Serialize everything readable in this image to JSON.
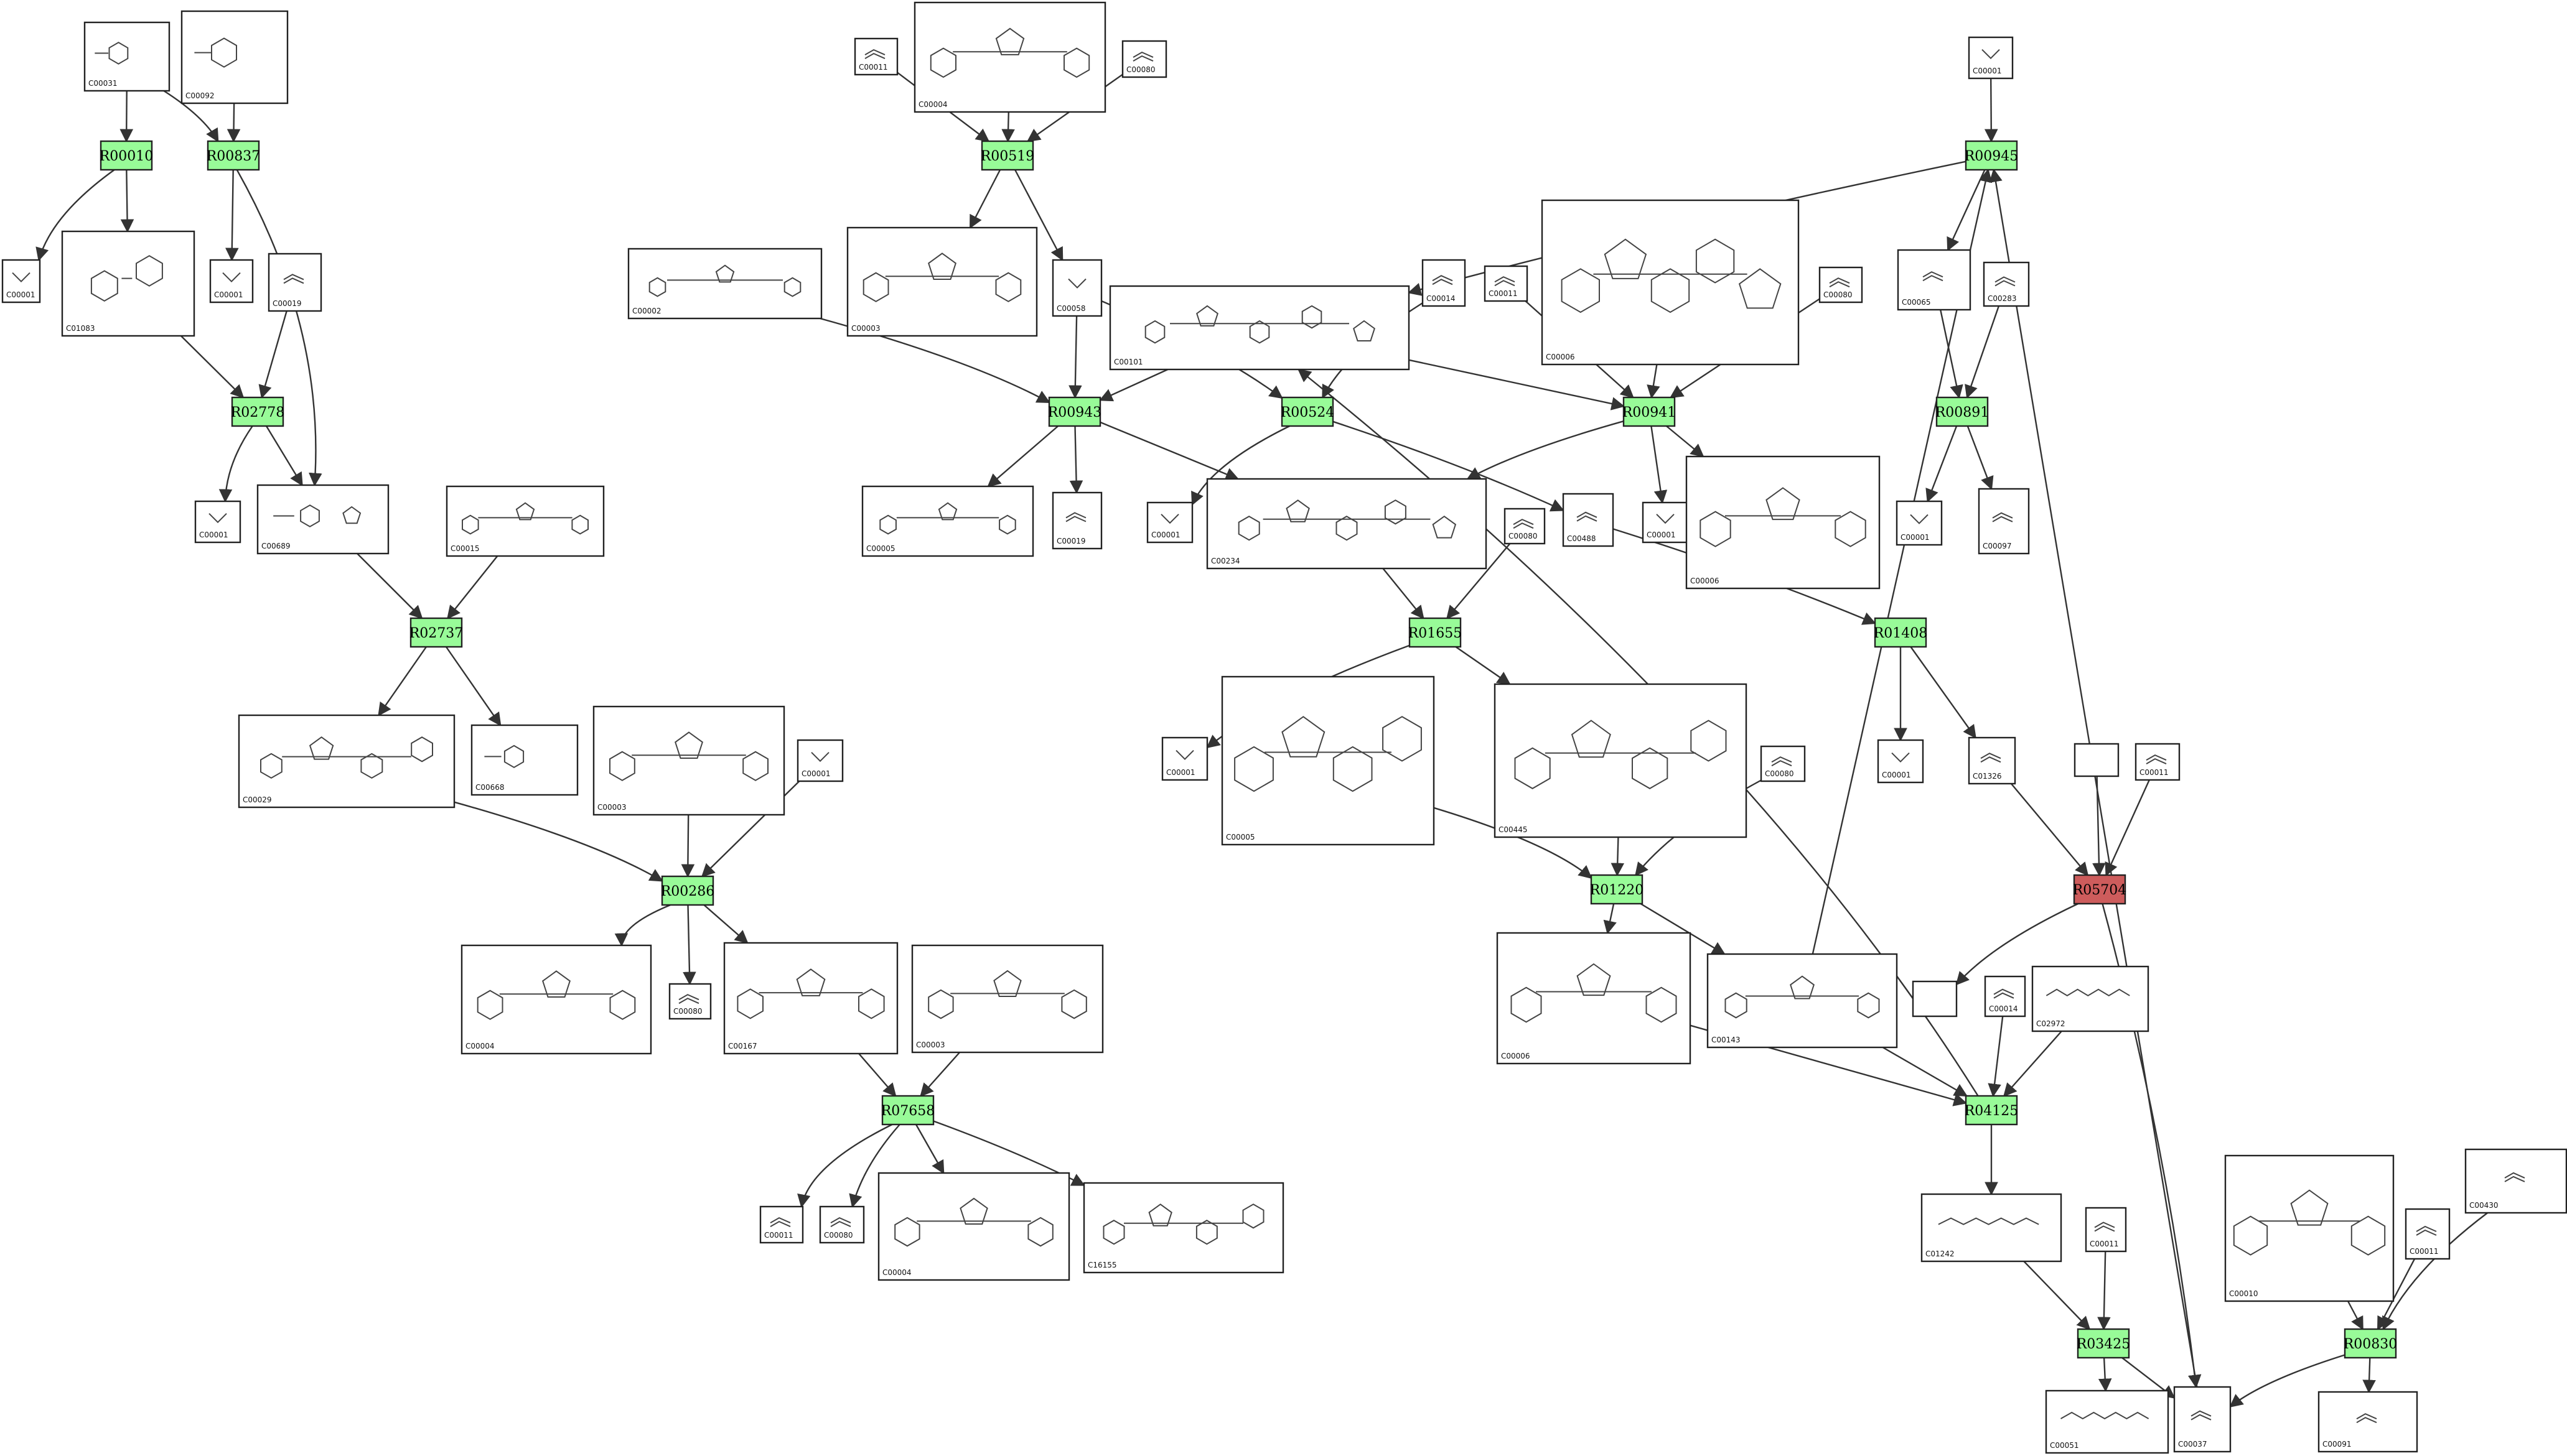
{
  "colors": {
    "reaction_fill": "#98fb98",
    "reaction_highlight": "#cd5c5c",
    "edge": "#333333"
  },
  "compounds": [
    {
      "id": "C00031"
    },
    {
      "id": "C00092"
    },
    {
      "id": "C00001"
    },
    {
      "id": "C01083"
    },
    {
      "id": "C00001"
    },
    {
      "id": "C00019"
    },
    {
      "id": "C00001"
    },
    {
      "id": "C00689"
    },
    {
      "id": "C00015"
    },
    {
      "id": "C00029"
    },
    {
      "id": "C00668"
    },
    {
      "id": "C00003"
    },
    {
      "id": "C00001"
    },
    {
      "id": "C00004"
    },
    {
      "id": "C00080"
    },
    {
      "id": "C00167"
    },
    {
      "id": "C00003"
    },
    {
      "id": "C00011"
    },
    {
      "id": "C00080"
    },
    {
      "id": "C00004"
    },
    {
      "id": "C16155"
    },
    {
      "id": "C00011"
    },
    {
      "id": "C00004"
    },
    {
      "id": "C00080"
    },
    {
      "id": "C00002"
    },
    {
      "id": "C00003"
    },
    {
      "id": "C00058"
    },
    {
      "id": "C00101"
    },
    {
      "id": "C00005"
    },
    {
      "id": "C00019"
    },
    {
      "id": "C00001"
    },
    {
      "id": "C00234"
    },
    {
      "id": "C00080"
    },
    {
      "id": "C00488"
    },
    {
      "id": "C00014"
    },
    {
      "id": "C00011"
    },
    {
      "id": "C00006"
    },
    {
      "id": "C00080"
    },
    {
      "id": "C00001"
    },
    {
      "id": "C00006"
    },
    {
      "id": "C00001"
    },
    {
      "id": "C00005"
    },
    {
      "id": "C00445"
    },
    {
      "id": "C00080"
    },
    {
      "id": "C00006"
    },
    {
      "id": "C00143"
    },
    {
      "id": "C00001"
    },
    {
      "id": "C00065"
    },
    {
      "id": "C00283"
    },
    {
      "id": "C00001"
    },
    {
      "id": "C00097"
    },
    {
      "id": "C00001"
    },
    {
      "id": "C01326"
    },
    {
      "id": ""
    },
    {
      "id": "C00011"
    },
    {
      "id": ""
    },
    {
      "id": "C00014"
    },
    {
      "id": "C02972"
    },
    {
      "id": "C01242"
    },
    {
      "id": "C00011"
    },
    {
      "id": "C00051"
    },
    {
      "id": "C00037"
    },
    {
      "id": "C00010"
    },
    {
      "id": "C00011"
    },
    {
      "id": "C00430"
    },
    {
      "id": "C00091"
    }
  ],
  "reactions": [
    {
      "label": "R00010"
    },
    {
      "label": "R00837"
    },
    {
      "label": "R02778"
    },
    {
      "label": "R02737"
    },
    {
      "label": "R00286"
    },
    {
      "label": "R07658"
    },
    {
      "label": "R00519"
    },
    {
      "label": "R00943"
    },
    {
      "label": "R00524"
    },
    {
      "label": "R00941"
    },
    {
      "label": "R01655"
    },
    {
      "label": "R01220"
    },
    {
      "label": "R01408"
    },
    {
      "label": "R00945"
    },
    {
      "label": "R00891"
    },
    {
      "label": "R05704"
    },
    {
      "label": "R04125"
    },
    {
      "label": "R03425"
    },
    {
      "label": "R00830"
    }
  ]
}
